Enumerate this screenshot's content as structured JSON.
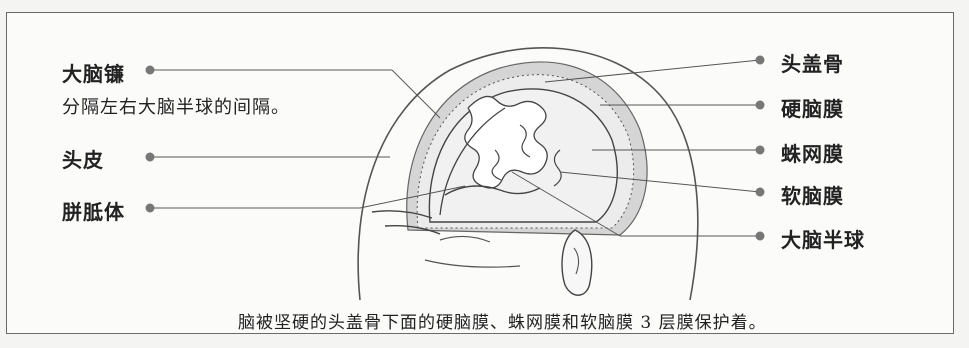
{
  "labels": {
    "falx": "大脑镰",
    "falx_desc": "分隔左右大脑半球的间隔。",
    "scalp": "头皮",
    "corpus_callosum": "胼胝体",
    "skull": "头盖骨",
    "dura": "硬脑膜",
    "arachnoid": "蛛网膜",
    "pia": "软脑膜",
    "hemisphere": "大脑半球"
  },
  "caption": "脑被坚硬的头盖骨下面的硬脑膜、蛛网膜和软脑膜 3 层膜保护着。"
}
